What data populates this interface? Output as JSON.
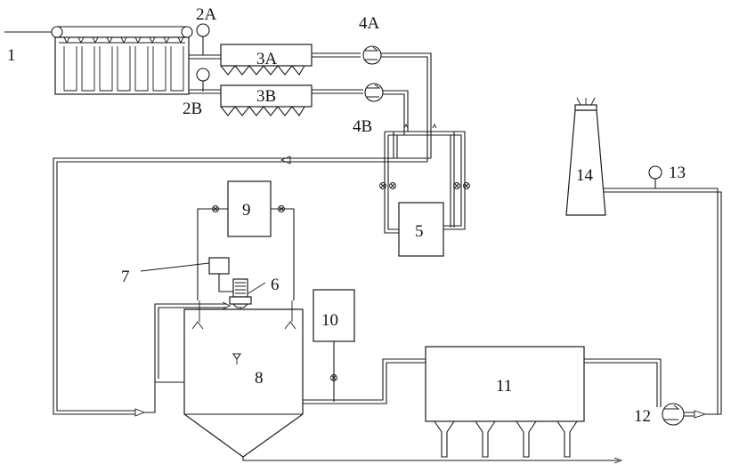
{
  "labels": {
    "n1": "1",
    "n2A": "2A",
    "n2B": "2B",
    "n3A": "3A",
    "n3B": "3B",
    "n4A": "4A",
    "n4B": "4B",
    "n5": "5",
    "n6": "6",
    "n7": "7",
    "n8": "8",
    "n9": "9",
    "n10": "10",
    "n11": "11",
    "n12": "12",
    "n13": "13",
    "n14": "14"
  },
  "colors": {
    "line": "#1a1a1a",
    "background": "#ffffff"
  }
}
